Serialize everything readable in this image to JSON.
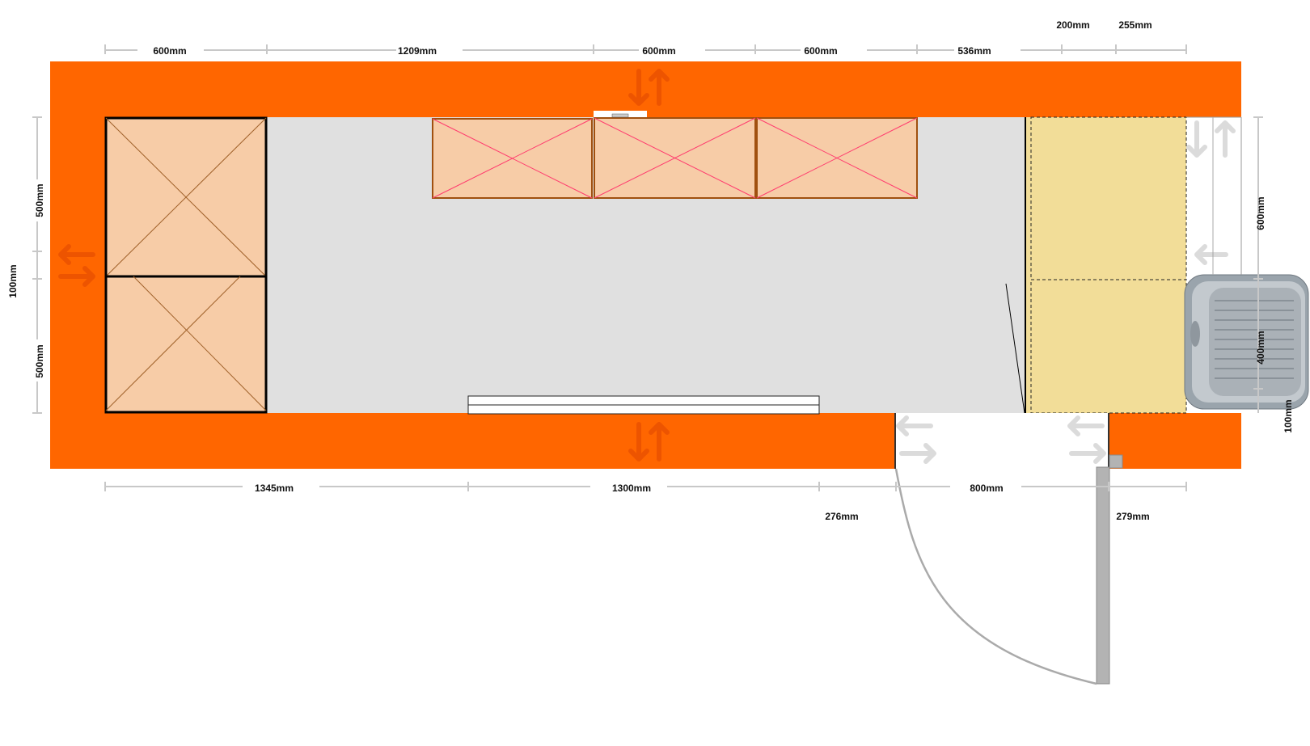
{
  "colors": {
    "wall": "#ff6600",
    "floor": "#e0e0e0",
    "cabinet": "#f7cca7",
    "cabinet_cross": "#ff3b6e",
    "cabinet_border": "#a0500f",
    "worktop": "#f2dd98",
    "dimension_line": "#c8c8c8"
  },
  "icons": [
    "move-arrows-icon",
    "sink-icon",
    "door-swing-icon"
  ],
  "dimensions": {
    "top": [
      "600mm",
      "1209mm",
      "600mm",
      "600mm",
      "536mm"
    ],
    "top_right": [
      "200mm",
      "255mm"
    ],
    "left": [
      "100mm",
      "500mm",
      "500mm"
    ],
    "right": [
      "600mm",
      "400mm",
      "100mm"
    ],
    "bottom": [
      "1345mm",
      "1300mm",
      "800mm"
    ],
    "door": [
      "276mm",
      "279mm"
    ]
  }
}
